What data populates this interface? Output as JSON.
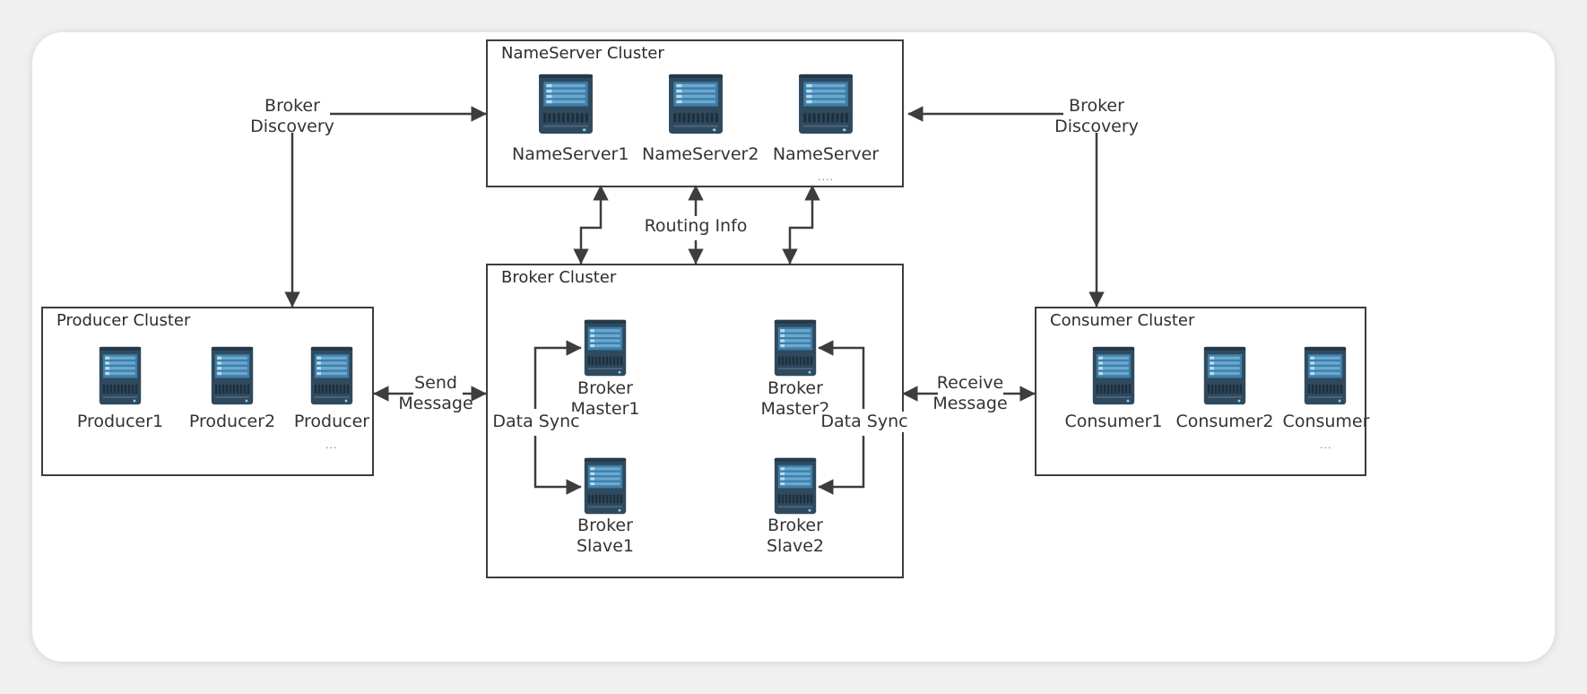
{
  "clusters": {
    "nameserver": {
      "title": "NameServer Cluster",
      "servers": [
        "NameServer1",
        "NameServer2",
        "NameServer"
      ],
      "ellipsis": "...."
    },
    "broker": {
      "title": "Broker Cluster",
      "master1": [
        "Broker",
        "Master1"
      ],
      "slave1": [
        "Broker",
        "Slave1"
      ],
      "master2": [
        "Broker",
        "Master2"
      ],
      "slave2": [
        "Broker",
        "Slave2"
      ],
      "sync_left": "Data Sync",
      "sync_right": "Data Sync"
    },
    "producer": {
      "title": "Producer Cluster",
      "servers": [
        "Producer1",
        "Producer2",
        "Producer"
      ],
      "ellipsis": "..."
    },
    "consumer": {
      "title": "Consumer Cluster",
      "servers": [
        "Consumer1",
        "Consumer2",
        "Consumer"
      ],
      "ellipsis": "..."
    }
  },
  "edges": {
    "broker_discovery_left": [
      "Broker",
      "Discovery"
    ],
    "broker_discovery_right": [
      "Broker",
      "Discovery"
    ],
    "routing_info": "Routing Info",
    "send_message": [
      "Send",
      "Message"
    ],
    "receive_message": [
      "Receive",
      "Message"
    ]
  },
  "colors": {
    "server_body": "#2f4a5e",
    "server_panel": "#3f7fa8",
    "server_slot": "#6aa9d2",
    "line": "#3d3d3d"
  }
}
